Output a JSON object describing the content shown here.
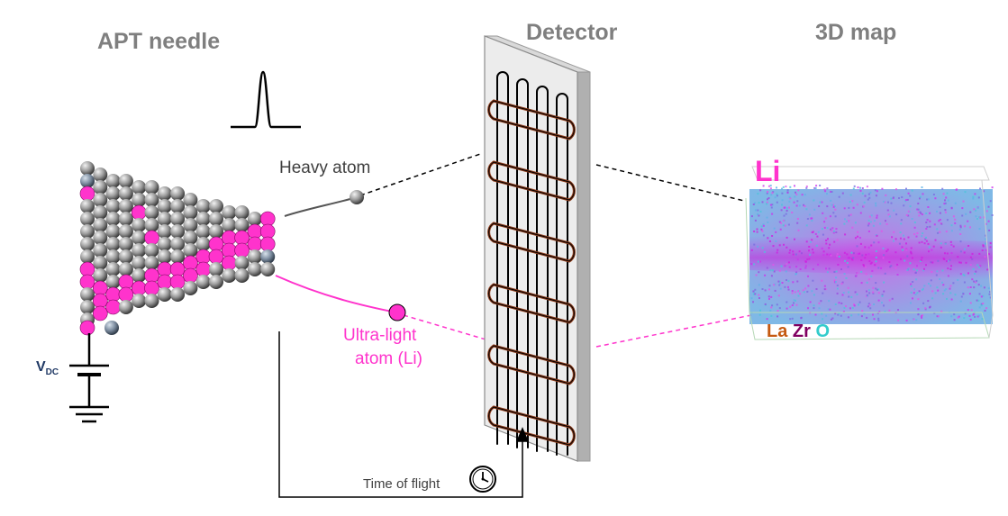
{
  "titles": {
    "apt_needle": "APT needle",
    "detector": "Detector",
    "map_3d": "3D map"
  },
  "labels": {
    "heavy_atom": "Heavy atom",
    "ultra_light_line1": "Ultra-light",
    "ultra_light_line2": "atom (Li)",
    "time_of_flight": "Time of flight",
    "vdc_main": "V",
    "vdc_sub": "DC"
  },
  "map": {
    "element_label": "Li",
    "legend": {
      "la": "La",
      "zr": "Zr",
      "o": "O"
    }
  },
  "colors": {
    "title_gray": "#7f7f7f",
    "lithium_magenta": "#ff33cc",
    "heavy_atom_gray": "#8c8c8c",
    "detector_wire": "#8b3a1a",
    "la": "#c55a11",
    "zr": "#800060",
    "o": "#33cccc"
  },
  "icons": [
    "clock-icon",
    "voltage-pulse-icon",
    "dc-battery-icon",
    "ground-icon"
  ]
}
